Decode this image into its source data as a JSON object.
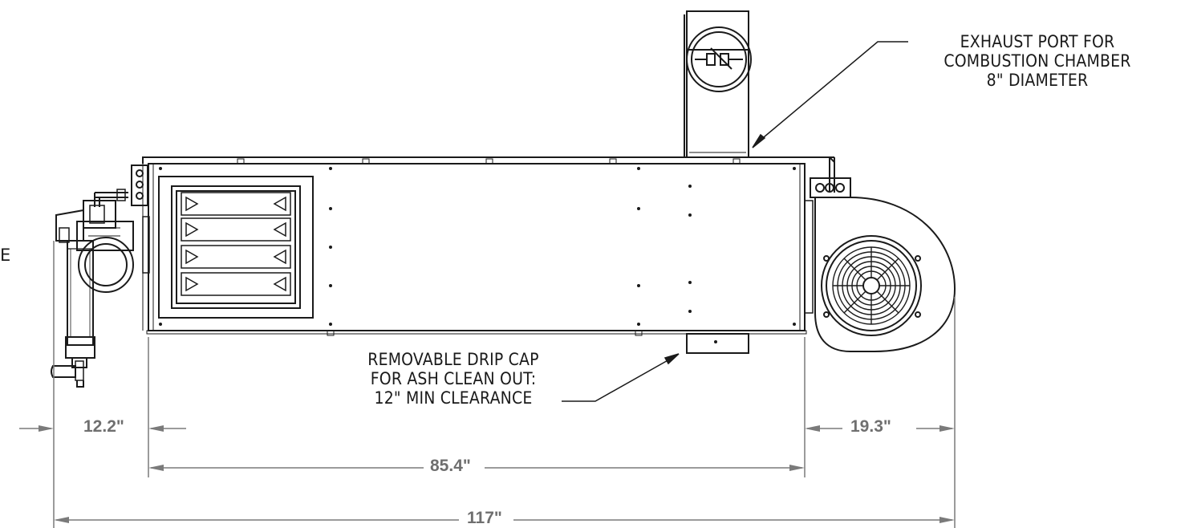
{
  "annotations": {
    "exhaust": {
      "line1": "EXHAUST PORT FOR",
      "line2": "COMBUSTION CHAMBER",
      "line3": "8\" DIAMETER"
    },
    "drip_cap": {
      "line1": "REMOVABLE DRIP CAP",
      "line2": "FOR ASH CLEAN OUT:",
      "line3": "12\" MIN CLEARANCE"
    },
    "left_cut_text": "E"
  },
  "dimensions": {
    "burner": "12.2\"",
    "body": "85.4\"",
    "blower": "19.3\"",
    "overall": "117\""
  },
  "colors": {
    "line": "#1a1a1a",
    "dimension": "#6f6f6f"
  }
}
